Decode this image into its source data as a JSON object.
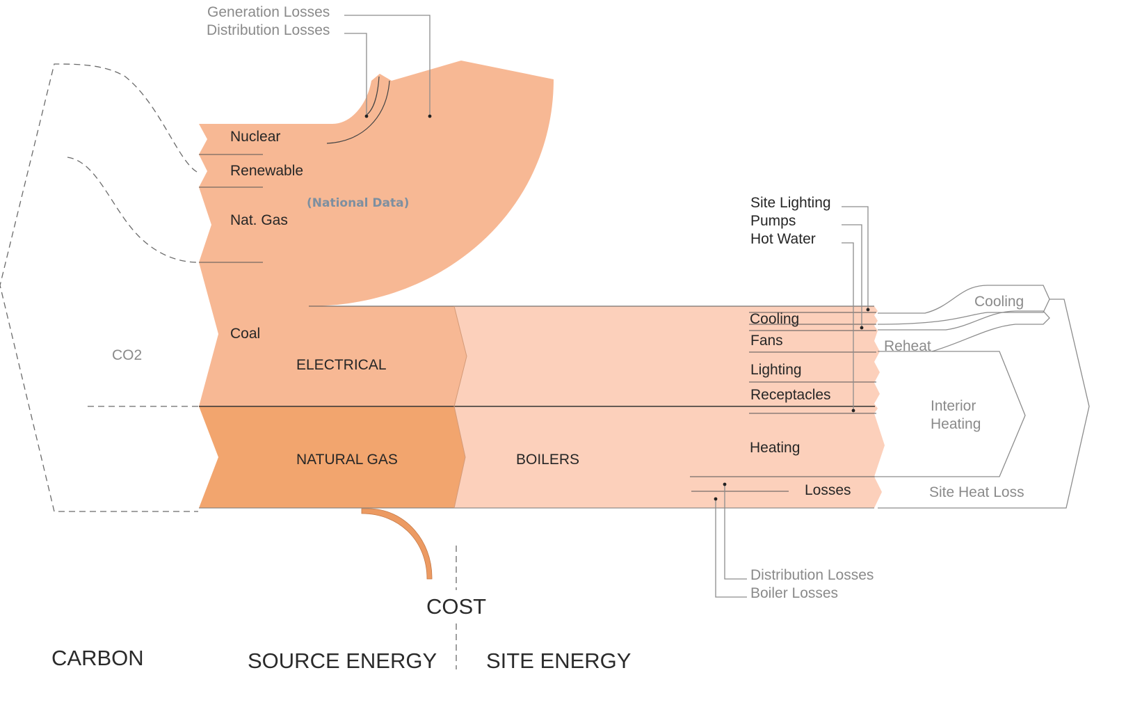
{
  "colors": {
    "source_electric": "#f7b894",
    "source_gas": "#f2a56e",
    "site": "#fcd0bb",
    "arc": "#ec9a62",
    "national_data": "#7d8fa0"
  },
  "top_callouts": {
    "generation_losses": "Generation Losses",
    "distribution_losses": "Distribution Losses"
  },
  "fuel_sources": {
    "nuclear": "Nuclear",
    "renewable": "Renewable",
    "nat_gas": "Nat. Gas",
    "coal": "Coal"
  },
  "national_data": "(National Data)",
  "co2": "CO2",
  "streams": {
    "electrical": "ELECTRICAL",
    "natural_gas": "NATURAL GAS",
    "boilers": "BOILERS"
  },
  "site_callouts": {
    "site_lighting": "Site Lighting",
    "pumps": "Pumps",
    "hot_water": "Hot Water"
  },
  "end_uses": {
    "cooling": "Cooling",
    "fans": "Fans",
    "lighting": "Lighting",
    "receptacles": "Receptacles",
    "heating": "Heating",
    "losses": "Losses"
  },
  "outputs": {
    "cooling": "Cooling",
    "reheat": "Reheat",
    "interior_heating_1": "Interior",
    "interior_heating_2": "Heating",
    "site_heat_loss": "Site Heat Loss"
  },
  "bottom_callouts": {
    "distribution_losses": "Distribution Losses",
    "boiler_losses": "Boiler Losses"
  },
  "axis_labels": {
    "cost": "COST",
    "carbon": "CARBON",
    "source_energy": "SOURCE ENERGY",
    "site_energy": "SITE ENERGY"
  }
}
